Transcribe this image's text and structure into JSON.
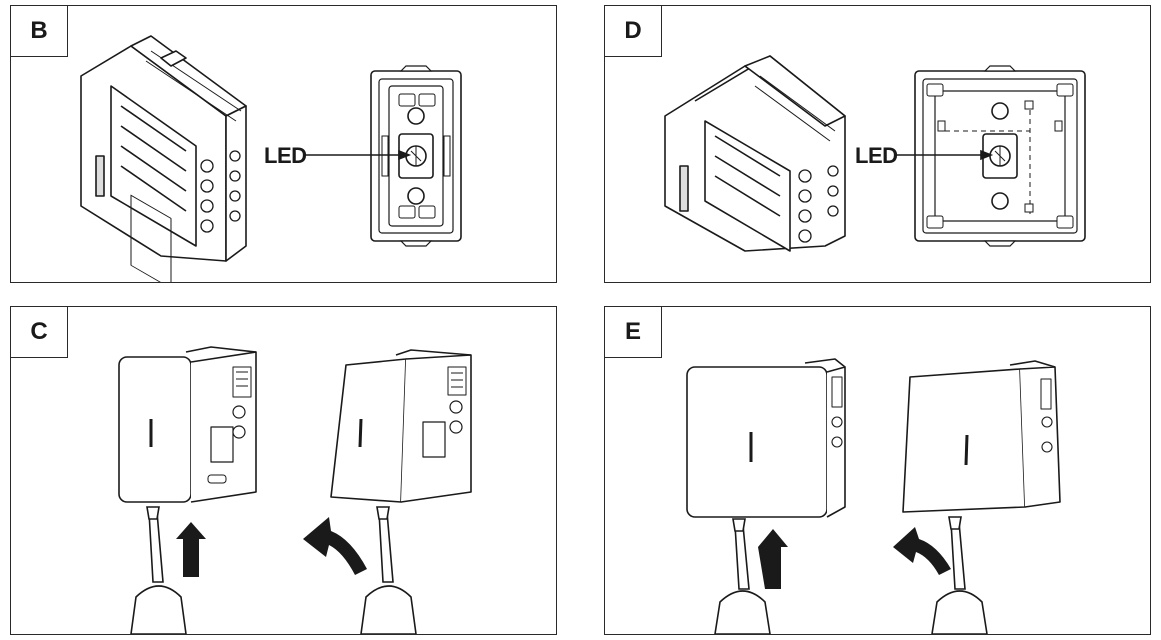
{
  "panels": {
    "b": {
      "tag": "B",
      "led_label": "LED"
    },
    "d": {
      "tag": "D",
      "led_label": "LED"
    },
    "c": {
      "tag": "C"
    },
    "e": {
      "tag": "E"
    }
  },
  "colors": {
    "stroke": "#1a1a1a",
    "fill": "#ffffff",
    "shade": "#4a4a4a"
  }
}
